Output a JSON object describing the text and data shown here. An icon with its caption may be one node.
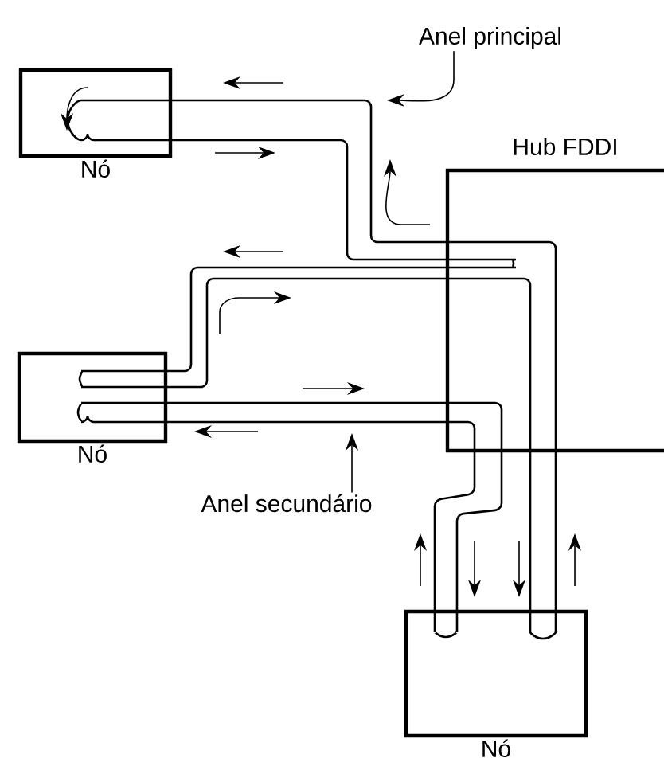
{
  "diagram": {
    "nodes": [
      {
        "text": [
          "Anel principal"
        ]
      },
      {
        "text": [
          "Nó"
        ]
      },
      {
        "text": [
          "Hub FDDI"
        ]
      },
      {
        "text": [
          "Nó"
        ]
      },
      {
        "text": [
          "Anel secundário"
        ]
      },
      {
        "text": [
          "Nó"
        ]
      }
    ],
    "edges": [
      {
        "from": 0,
        "to": null,
        "arrow": "to"
      },
      {
        "from": 4,
        "to": null,
        "arrow": "to"
      }
    ]
  }
}
